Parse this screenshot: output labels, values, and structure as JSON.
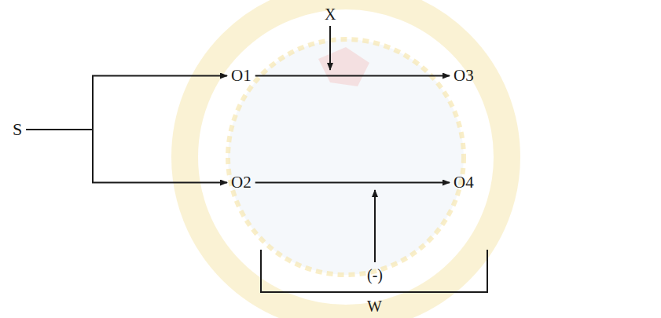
{
  "diagram": {
    "nodes": [
      {
        "text": [
          "S"
        ]
      },
      {
        "text": [
          "O1"
        ]
      },
      {
        "text": [
          "O2"
        ]
      },
      {
        "text": [
          "O3"
        ]
      },
      {
        "text": [
          "O4"
        ]
      }
    ],
    "edges": [
      {
        "from": 0,
        "to": 1,
        "arrow": "to"
      },
      {
        "from": 0,
        "to": 2,
        "arrow": "to"
      },
      {
        "from": 1,
        "to": 3,
        "arrow": "to"
      },
      {
        "from": 2,
        "to": 4,
        "arrow": "to"
      }
    ],
    "labels": [
      "X",
      "(-)",
      "W"
    ]
  }
}
